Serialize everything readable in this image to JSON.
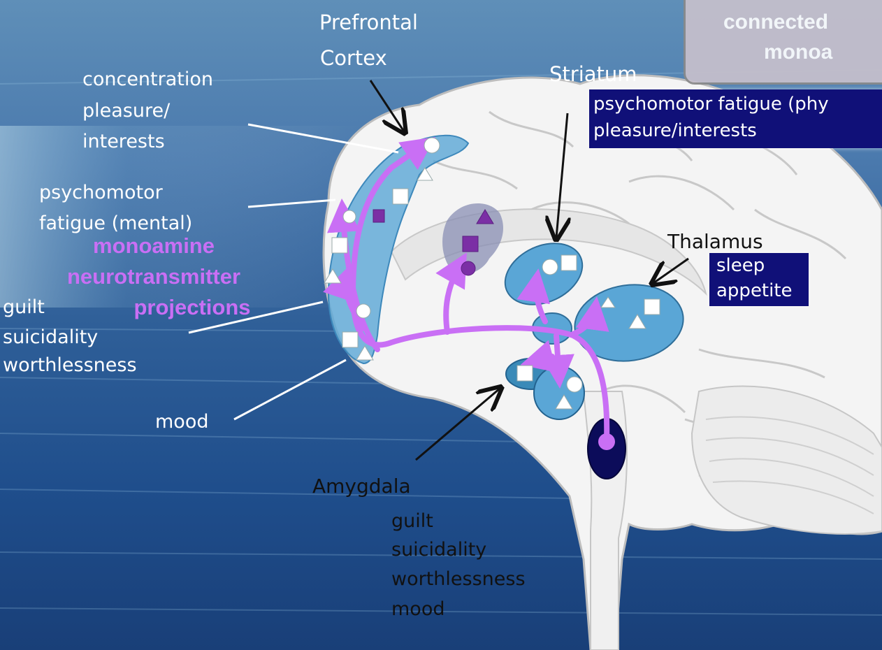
{
  "header_box": {
    "line1": "connected",
    "line2": "monoa"
  },
  "regions": {
    "prefrontal": {
      "line1": "Prefrontal",
      "line2": "Cortex"
    },
    "striatum": "Striatum",
    "thalamus": "Thalamus",
    "amygdala": "Amygdala"
  },
  "left_labels": {
    "concentration": [
      "concentration",
      "pleasure/",
      "interests"
    ],
    "psychomotor": [
      "psychomotor",
      "fatigue (mental)"
    ],
    "guilt_group": [
      "guilt",
      "suicidality",
      "worthlessness"
    ],
    "mood": "mood"
  },
  "projections": [
    "monoamine",
    "neurotransmitter",
    "projections"
  ],
  "striatum_box": [
    "psychomotor fatigue (phy",
    "pleasure/interests"
  ],
  "thalamus_box": [
    "sleep",
    "appetite"
  ],
  "amygdala_labels": [
    "guilt",
    "suicidality",
    "worthlessness",
    "mood"
  ],
  "colors": {
    "projection_arrow": "#c96ff5",
    "region_fill": "#5aa6d6",
    "highlight_box": "#101078",
    "raphe_nucleus": "#0c0c5a"
  }
}
